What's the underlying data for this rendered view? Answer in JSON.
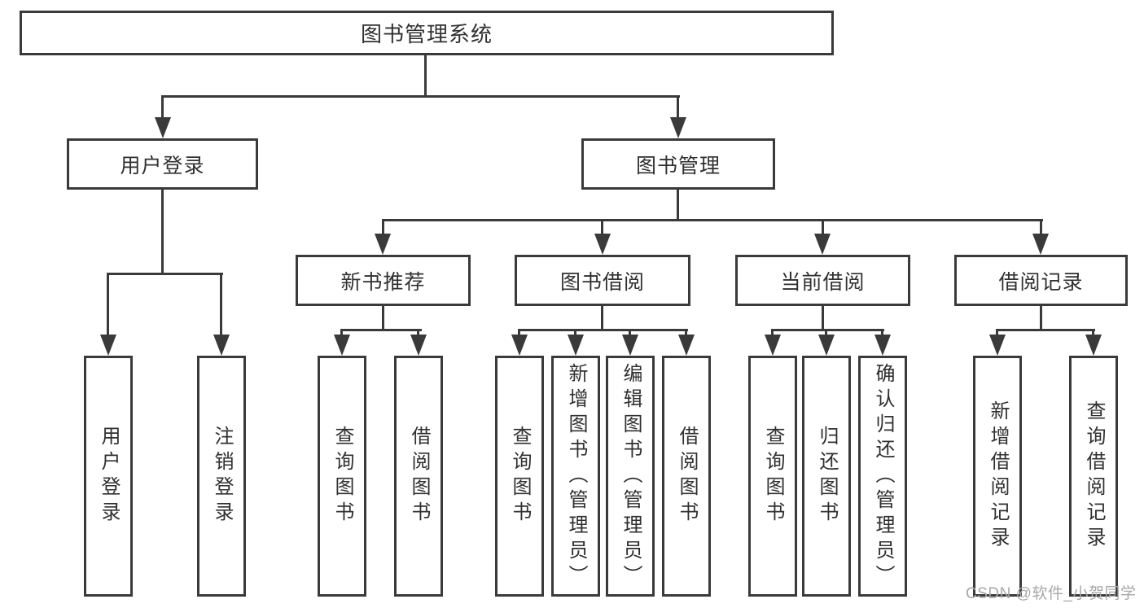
{
  "tree": {
    "root": {
      "label": "图书管理系统"
    },
    "children": [
      {
        "label": "用户登录",
        "children": [
          {
            "label": "用户登录"
          },
          {
            "label": "注销登录"
          }
        ]
      },
      {
        "label": "图书管理",
        "children": [
          {
            "label": "新书推荐",
            "children": [
              {
                "label": "查询图书"
              },
              {
                "label": "借阅图书"
              }
            ]
          },
          {
            "label": "图书借阅",
            "children": [
              {
                "label": "查询图书"
              },
              {
                "label": "新增图书（管理员）"
              },
              {
                "label": "编辑图书（管理员）"
              },
              {
                "label": "借阅图书"
              }
            ]
          },
          {
            "label": "当前借阅",
            "children": [
              {
                "label": "查询图书"
              },
              {
                "label": "归还图书"
              },
              {
                "label": "确认归还（管理员）"
              }
            ]
          },
          {
            "label": "借阅记录",
            "children": [
              {
                "label": "新增借阅记录"
              },
              {
                "label": "查询借阅记录"
              }
            ]
          }
        ]
      }
    ]
  },
  "watermark": {
    "text": "CSDN @软件_小贺同学"
  },
  "colors": {
    "line": "#3a3a3a",
    "box_border": "#3a3a3a",
    "text": "#303030",
    "watermark": "#a8a8a8",
    "background": "#ffffff"
  }
}
